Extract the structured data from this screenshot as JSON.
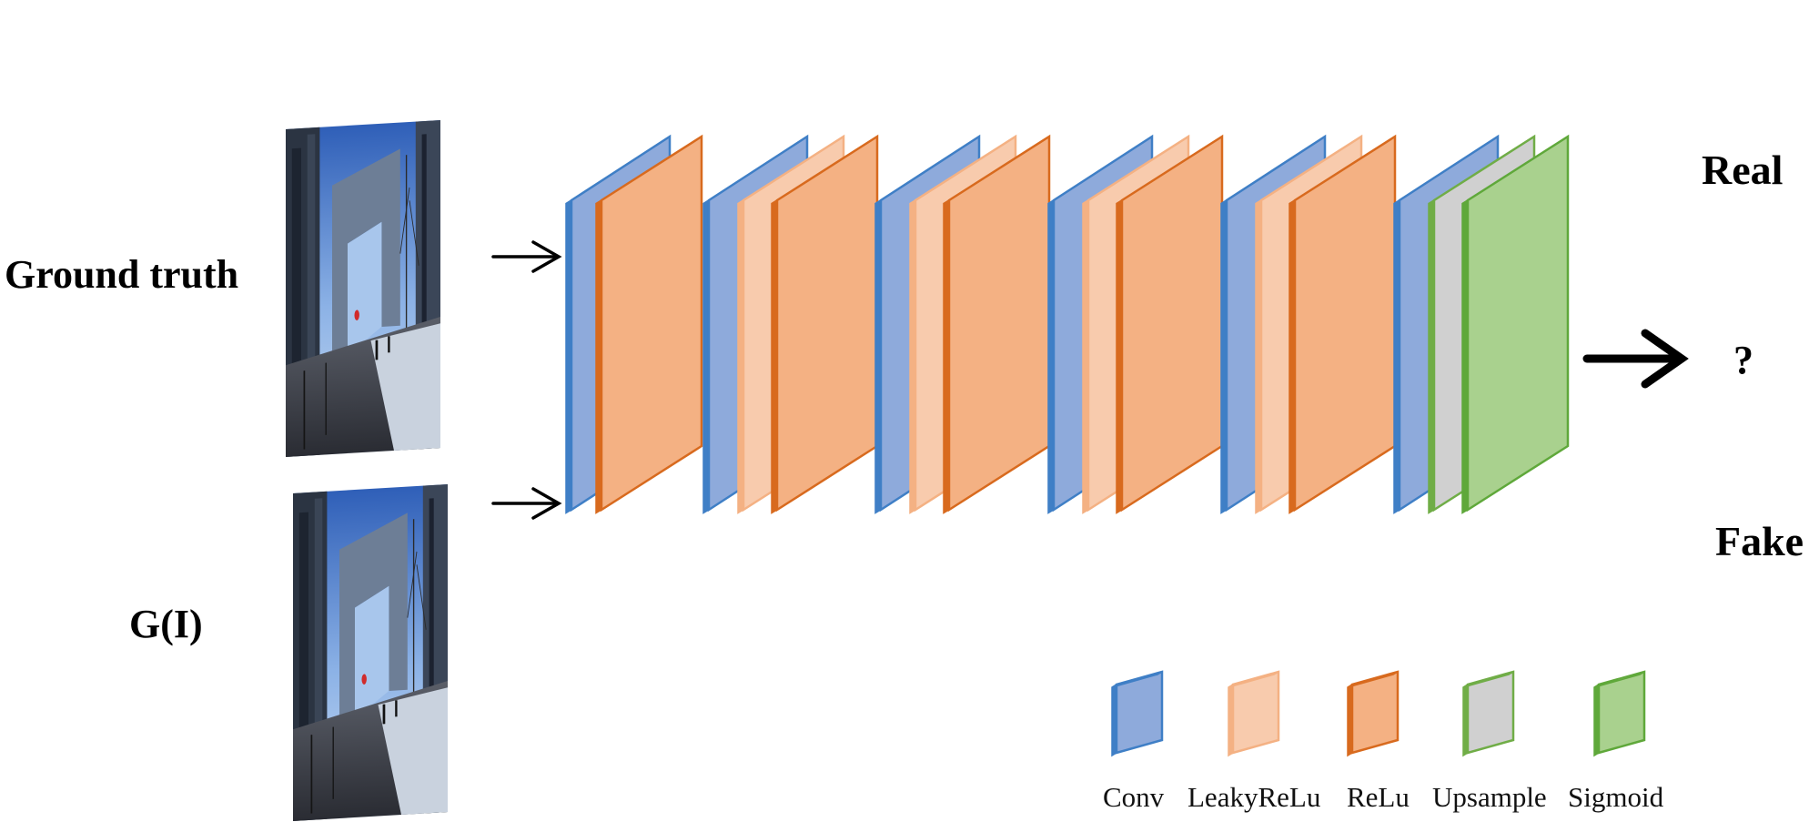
{
  "labels": {
    "ground_truth": "Ground truth",
    "generated": "G(I)",
    "real": "Real",
    "fake": "Fake",
    "output": "?"
  },
  "legend": [
    {
      "key": "conv",
      "label": "Conv"
    },
    {
      "key": "leaky",
      "label": "LeakyReLu"
    },
    {
      "key": "relu",
      "label": "ReLu"
    },
    {
      "key": "upsample",
      "label": "Upsample"
    },
    {
      "key": "sigmoid",
      "label": "Sigmoid"
    }
  ],
  "layer_types": {
    "conv": {
      "fill": "#8eaadb",
      "stroke": "#3f7fc6"
    },
    "leaky": {
      "fill": "#f8cbad",
      "stroke": "#f4b183"
    },
    "relu": {
      "fill": "#f4b183",
      "stroke": "#d86a1e"
    },
    "upsample": {
      "fill": "#d0d0d0",
      "stroke": "#70ad47"
    },
    "sigmoid": {
      "fill": "#a9d18e",
      "stroke": "#5fa83a"
    }
  },
  "network": [
    [
      "conv",
      "relu"
    ],
    [
      "conv",
      "leaky",
      "relu"
    ],
    [
      "conv",
      "leaky",
      "relu"
    ],
    [
      "conv",
      "leaky",
      "relu"
    ],
    [
      "conv",
      "leaky",
      "relu"
    ],
    [
      "conv",
      "upsample",
      "sigmoid"
    ]
  ]
}
